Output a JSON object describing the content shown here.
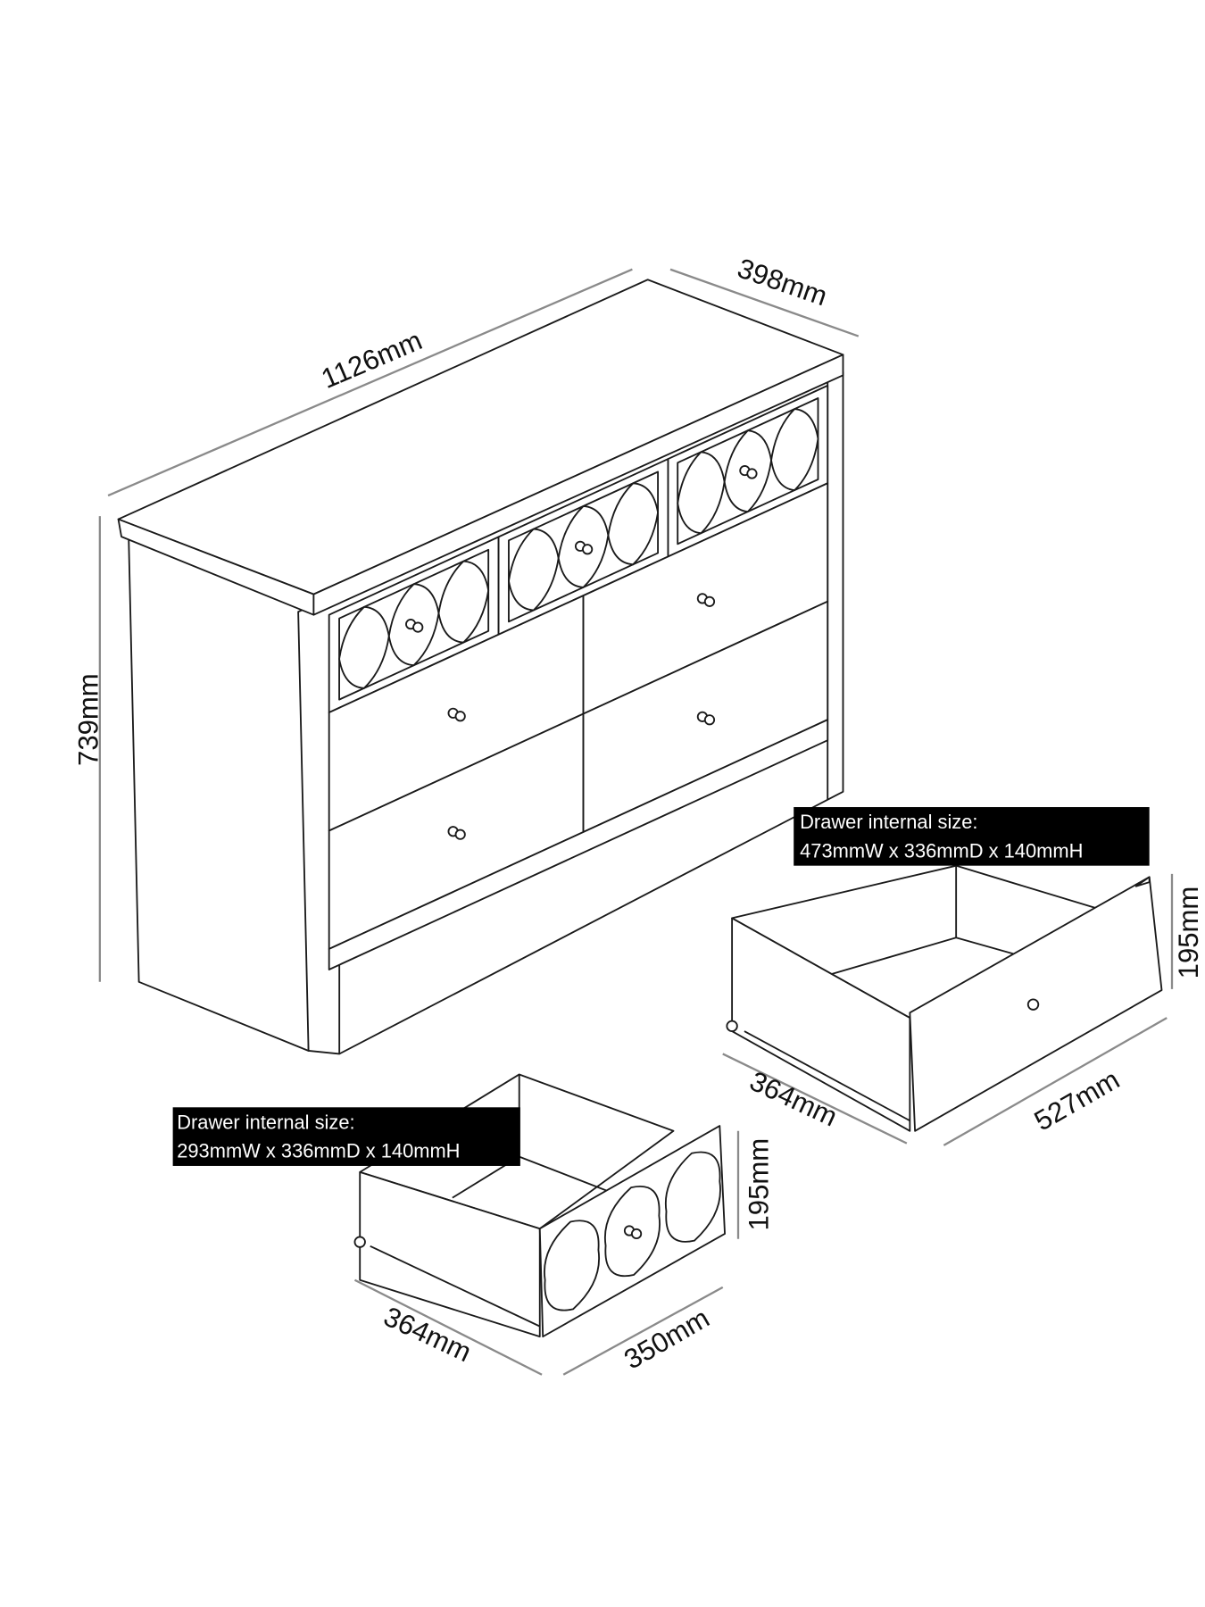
{
  "dimensions": {
    "width": "1126mm",
    "depth": "398mm",
    "height": "739mm",
    "large_drawer_height": "195mm",
    "large_drawer_depth": "364mm",
    "large_drawer_width": "527mm",
    "small_drawer_height": "195mm",
    "small_drawer_depth": "364mm",
    "small_drawer_width": "350mm"
  },
  "labels": {
    "large_drawer": {
      "title": "Drawer internal size:",
      "size": "473mmW x 336mmD x 140mmH"
    },
    "small_drawer": {
      "title": "Drawer internal size:",
      "size": "293mmW x 336mmD x 140mmH"
    }
  },
  "colors": {
    "line": "#1a1a1a",
    "dimension_line": "#8a8a8a",
    "label_bg": "#000000"
  }
}
